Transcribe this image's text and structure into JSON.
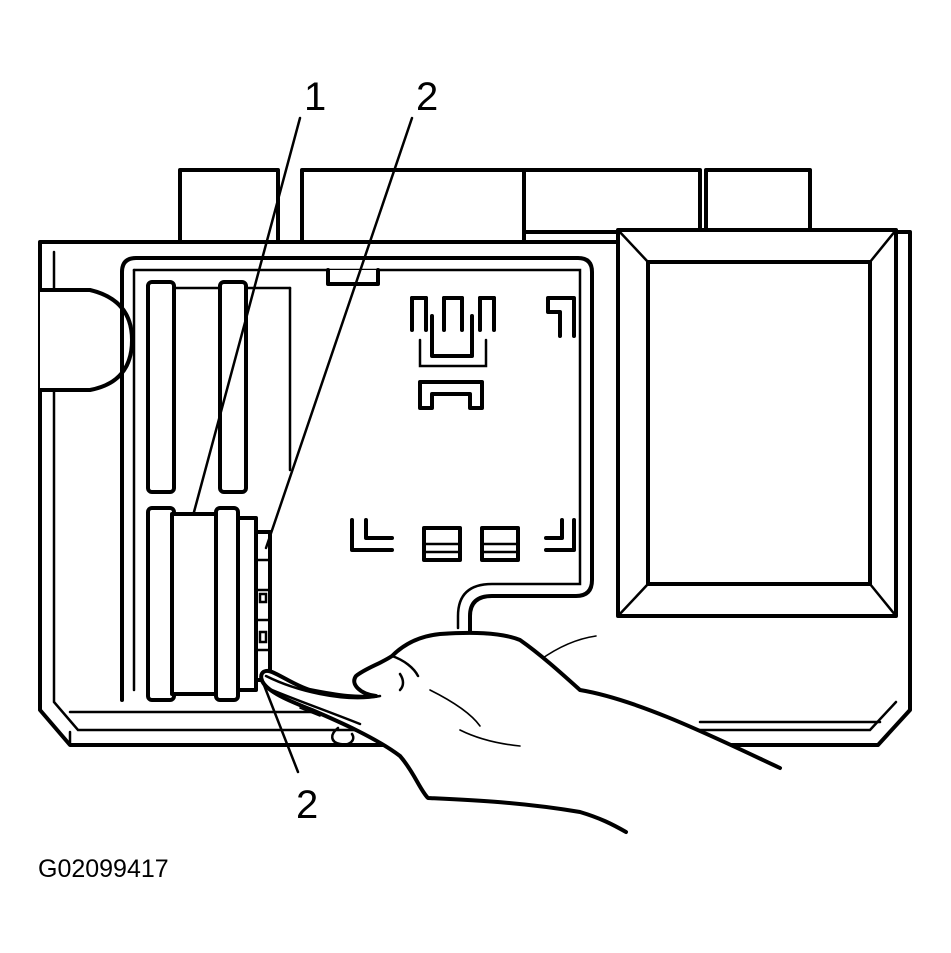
{
  "callouts": [
    {
      "id": "c1",
      "number": "1"
    },
    {
      "id": "c2-top",
      "number": "2"
    },
    {
      "id": "c2-bottom",
      "number": "2"
    }
  ],
  "figure_id": "G02099417"
}
